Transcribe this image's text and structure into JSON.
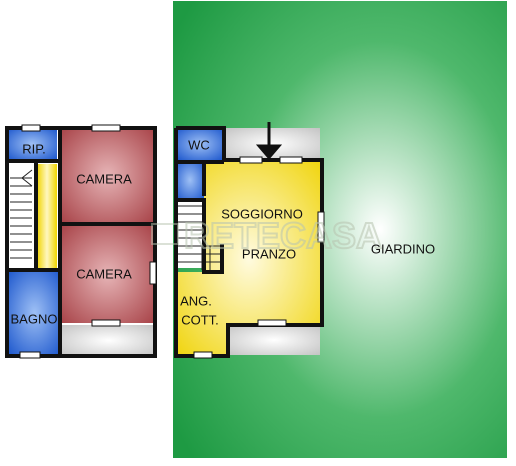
{
  "watermark": "RETECASA",
  "rooms": {
    "rip": "RIP.",
    "camera_top": "CAMERA",
    "camera_bottom": "CAMERA",
    "bagno": "BAGNO",
    "wc": "WC",
    "soggiorno": "SOGGIORNO",
    "pranzo": "PRANZO",
    "ang_line1": "ANG.",
    "ang_line2": "COTT.",
    "giardino": "GIARDINO"
  },
  "colors": {
    "garden": "#1e9a43",
    "bedroom": "#b04a4f",
    "bathroom": "#1c5bd0",
    "living": "#f2d60c",
    "wall": "#111111",
    "terrace": "#c9c9c9"
  },
  "icons": [
    "entrance-arrow-icon",
    "watermark-logo-icon"
  ]
}
